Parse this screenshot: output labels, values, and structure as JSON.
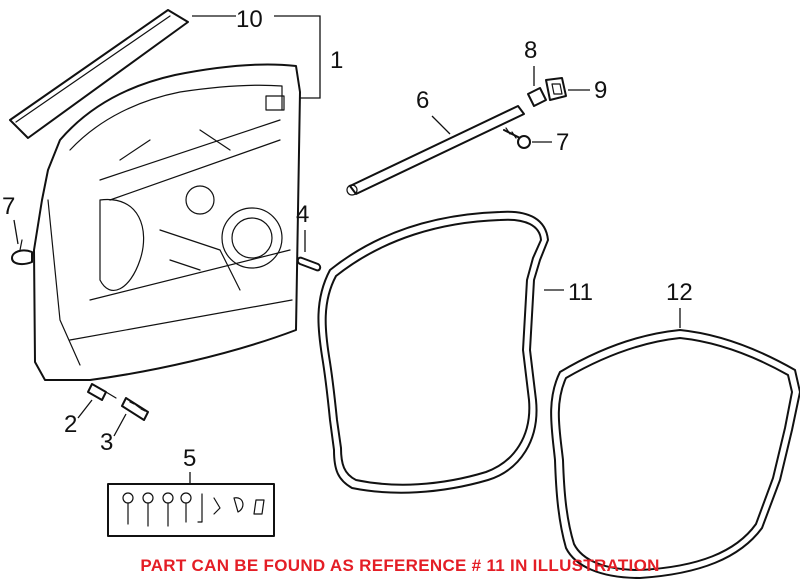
{
  "callouts": {
    "c1": "1",
    "c2": "2",
    "c3": "3",
    "c4": "4",
    "c5": "5",
    "c6": "6",
    "c7a": "7",
    "c7b": "7",
    "c8": "8",
    "c9": "9",
    "c10": "10",
    "c11": "11",
    "c12": "12"
  },
  "footer": {
    "note": "PART CAN BE FOUND AS REFERENCE # 11 IN ILLUSTRATION",
    "note_color": "#e41e26"
  }
}
